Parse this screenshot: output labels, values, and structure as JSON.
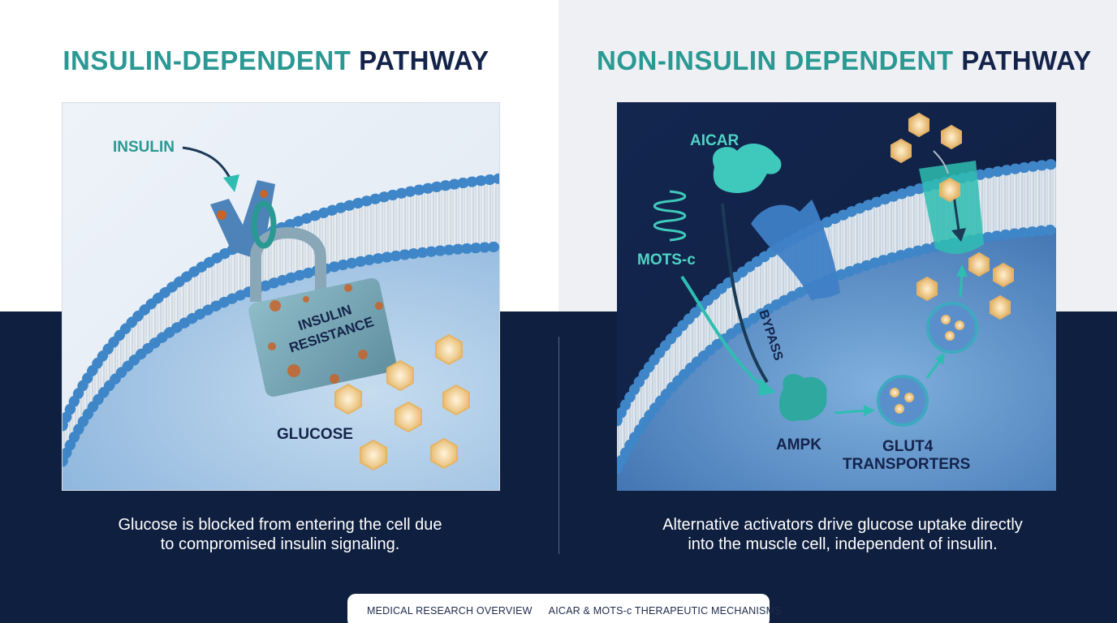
{
  "left": {
    "title_accent": "INSULIN-DEPENDENT",
    "title_dark": "PATHWAY",
    "labels": {
      "insulin": "INSULIN",
      "lock_line1": "INSULIN",
      "lock_line2": "RESISTANCE",
      "glucose": "GLUCOSE"
    },
    "caption_line1": "Glucose is blocked from entering the cell due",
    "caption_line2": "to compromised insulin signaling."
  },
  "right": {
    "title_accent": "NON-INSULIN DEPENDENT",
    "title_dark": "PATHWAY",
    "labels": {
      "aicar": "AICAR",
      "mots_c": "MOTS-c",
      "bypass": "BYPASS",
      "ampk": "AMPK",
      "glut4_line1": "GLUT4",
      "glut4_line2": "TRANSPORTERS"
    },
    "caption_line1": "Alternative activators drive glucose uptake directly",
    "caption_line2": "into the muscle cell, independent of insulin."
  },
  "footer": {
    "icon": "microscope-icon",
    "left_text": "MEDICAL RESEARCH OVERVIEW",
    "right_text": "AICAR & MOTS-c THERAPEUTIC MECHANISMS"
  },
  "colors": {
    "navy": "#0f1f3f",
    "teal": "#2a9893",
    "membrane_blue": "#3f86c8",
    "glucose_gold": "#f0c98a",
    "rust": "#c8642a"
  }
}
